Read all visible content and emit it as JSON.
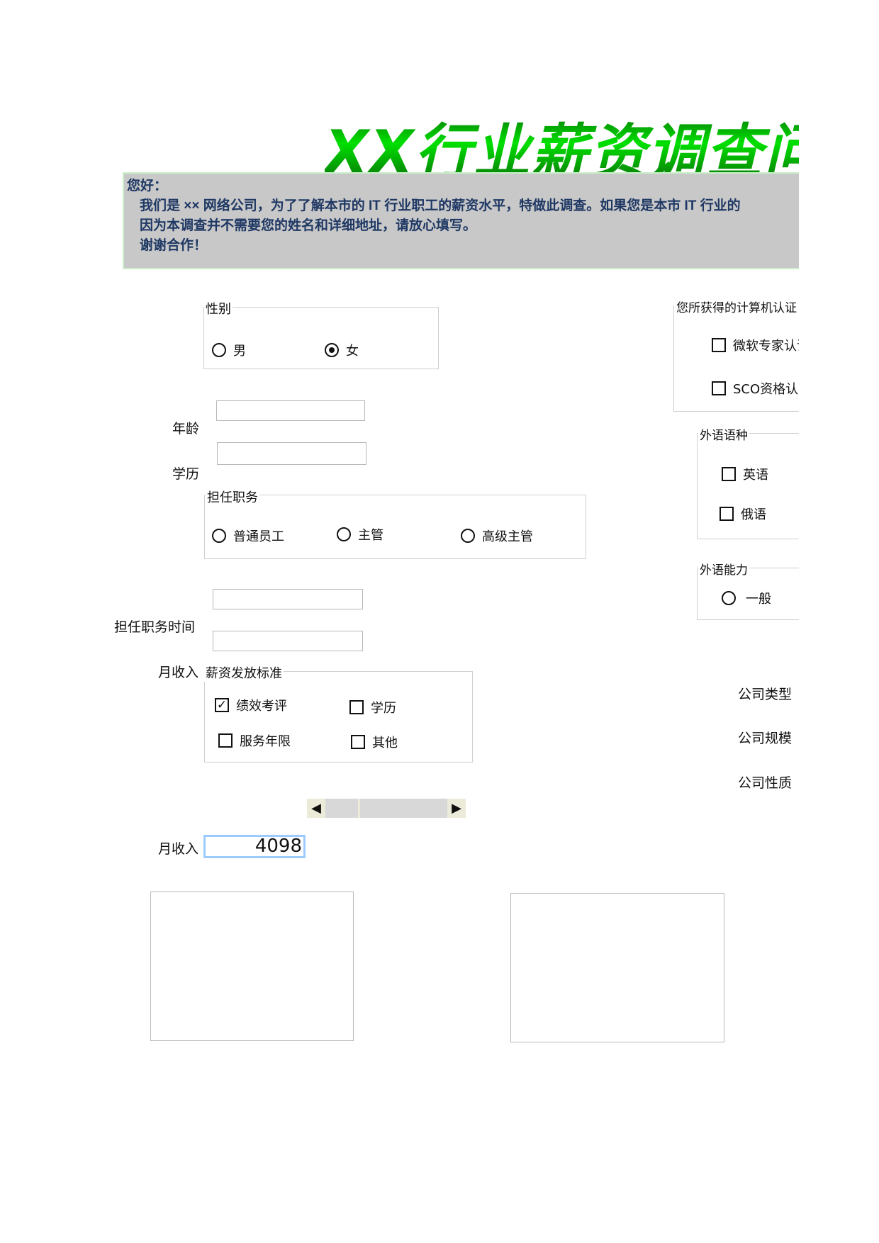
{
  "title": "XX行业薪资调查问卷",
  "intro": {
    "greeting": "您好：",
    "line1": "我们是 ×× 网络公司，为了了解本市的 IT 行业职工的薪资水平，特做此调查。如果您是本市 IT 行业的",
    "line2": "因为本调查并不需要您的姓名和详细地址，请放心填写。",
    "line3": "谢谢合作！"
  },
  "gender": {
    "label": "性别",
    "options": [
      {
        "label": "男",
        "selected": false
      },
      {
        "label": "女",
        "selected": true
      }
    ]
  },
  "age": {
    "label": "年龄",
    "value": ""
  },
  "education": {
    "label": "学历",
    "value": ""
  },
  "position": {
    "label": "担任职务",
    "options": [
      {
        "label": "普通员工",
        "selected": false
      },
      {
        "label": "主管",
        "selected": false
      },
      {
        "label": "高级主管",
        "selected": false
      }
    ]
  },
  "position_time": {
    "label": "担任职务时间",
    "value": ""
  },
  "monthly_income_label": "月收入",
  "salary_standard": {
    "label": "薪资发放标准",
    "options": [
      {
        "label": "绩效考评",
        "checked": true
      },
      {
        "label": "学历",
        "checked": false
      },
      {
        "label": "服务年限",
        "checked": false
      },
      {
        "label": "其他",
        "checked": false
      }
    ]
  },
  "income_scroll": {
    "position": 0.27
  },
  "income": {
    "label": "月收入",
    "value": "4098"
  },
  "certification": {
    "label": "您所获得的计算机认证",
    "options": [
      {
        "label": "微软专家认证",
        "checked": false
      },
      {
        "label": "SCO资格认证",
        "checked": false
      }
    ]
  },
  "language": {
    "label": "外语语种",
    "options": [
      {
        "label": "英语",
        "checked": false
      },
      {
        "label": "俄语",
        "checked": false
      }
    ]
  },
  "language_ability": {
    "label": "外语能力",
    "options": [
      {
        "label": "一般",
        "selected": false
      }
    ]
  },
  "company": {
    "type": "公司类型",
    "scale": "公司规模",
    "nature": "公司性质"
  },
  "colors": {
    "title_green": "#00c000",
    "intro_bg": "#c8c8c8",
    "intro_text": "#1f3864",
    "income_border": "#9ccbff"
  }
}
